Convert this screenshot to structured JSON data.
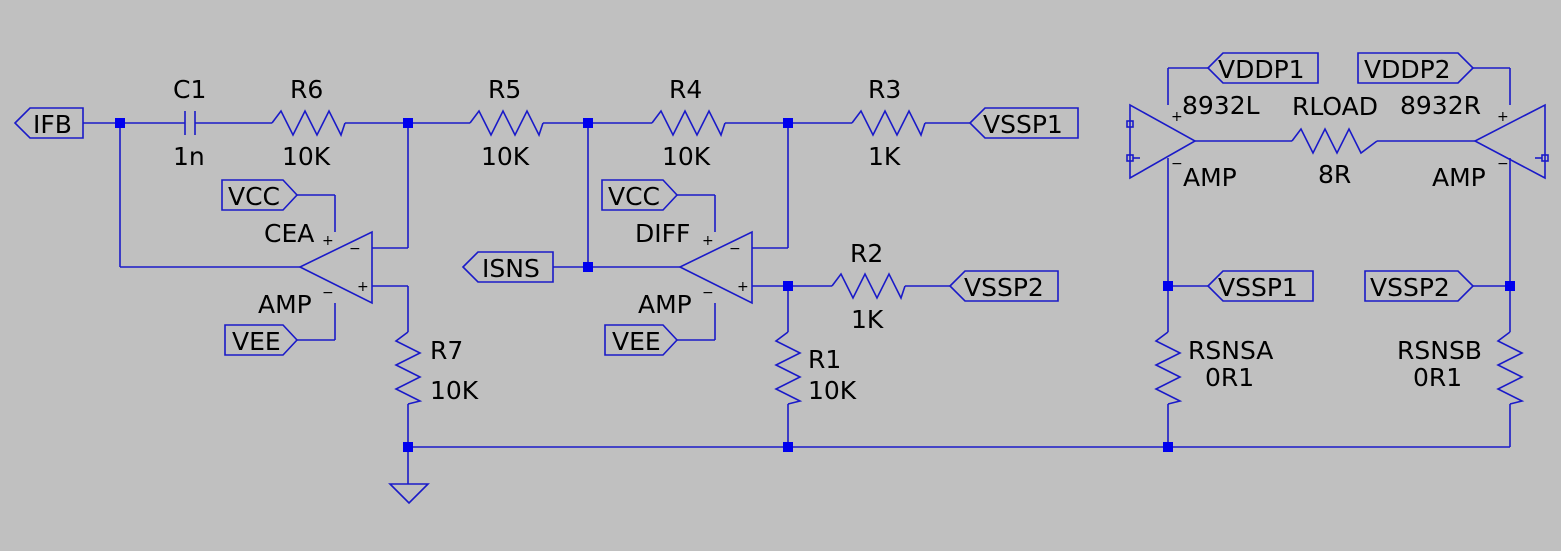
{
  "colors": {
    "background": "#c0c0c0",
    "wire": "#1a1ac8",
    "junction": "#0000ee",
    "text": "#000000"
  },
  "ports": {
    "ifb": "IFB",
    "vssp1_top": "VSSP1",
    "isns": "ISNS",
    "vssp2_mid": "VSSP2",
    "vcc1": "VCC",
    "vee1": "VEE",
    "vcc2": "VCC",
    "vee2": "VEE",
    "vddp1": "VDDP1",
    "vddp2": "VDDP2",
    "vssp1_right": "VSSP1",
    "vssp2_right": "VSSP2"
  },
  "components": {
    "c1": {
      "name": "C1",
      "value": "1n"
    },
    "r6": {
      "name": "R6",
      "value": "10K"
    },
    "r5": {
      "name": "R5",
      "value": "10K"
    },
    "r4": {
      "name": "R4",
      "value": "10K"
    },
    "r3": {
      "name": "R3",
      "value": "1K"
    },
    "r2": {
      "name": "R2",
      "value": "1K"
    },
    "r1": {
      "name": "R1",
      "value": "10K"
    },
    "r7": {
      "name": "R7",
      "value": "10K"
    },
    "rload": {
      "name": "RLOAD",
      "value": "8R"
    },
    "rsnsa": {
      "name": "RSNSA",
      "value": "0R1"
    },
    "rsnsb": {
      "name": "RSNSB",
      "value": "0R1"
    },
    "cea": {
      "name": "CEA",
      "value": "AMP"
    },
    "diff": {
      "name": "DIFF",
      "value": "AMP"
    },
    "amp_l": {
      "name": "8932L",
      "value": "AMP"
    },
    "amp_r": {
      "name": "8932R",
      "value": "AMP"
    }
  },
  "pin_marks": {
    "plus": "+",
    "minus": "−"
  }
}
